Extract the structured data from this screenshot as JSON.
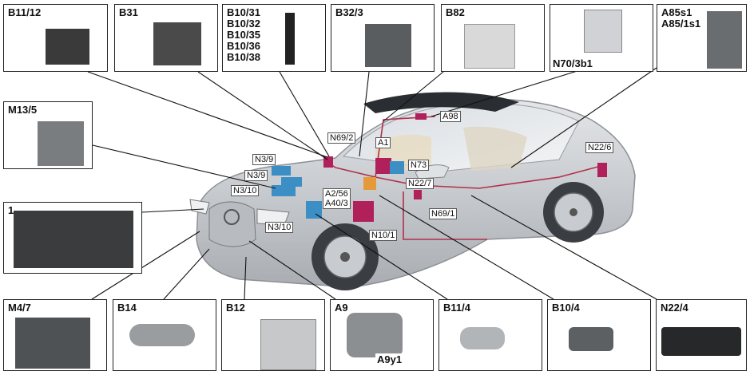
{
  "boxes": {
    "b11_12": "B11/12",
    "b31": "B31",
    "b10_group": "B10/31\nB10/32\nB10/35\nB10/36\nB10/38",
    "b32_3": "B32/3",
    "b82": "B82",
    "n70_3b1": "N70/3b1",
    "a85s1": "A85s1\nA85/1s1",
    "m13_5": "M13/5",
    "one": "1",
    "m4_7": "M4/7",
    "b14": "B14",
    "b12": "B12",
    "a9": "A9",
    "a9y1": "A9y1",
    "b11_4": "B11/4",
    "b10_4": "B10/4",
    "n22_4": "N22/4"
  },
  "callouts": {
    "n69_2": "N69/2",
    "a98": "A98",
    "n3_9a": "N3/9",
    "n3_9b": "N3/9",
    "n3_10a": "N3/10",
    "a1": "A1",
    "n73": "N73",
    "n22_7": "N22/7",
    "n22_6": "N22/6",
    "a2_56": "A2/56\nA40/3",
    "n69_1": "N69/1",
    "n3_10b": "N3/10",
    "n10_1": "N10/1"
  },
  "colors": {
    "module_blue": "#3b8fc4",
    "module_magenta": "#b0205a",
    "wire_red": "#b0304a",
    "car_body": "#c9ccd0"
  }
}
